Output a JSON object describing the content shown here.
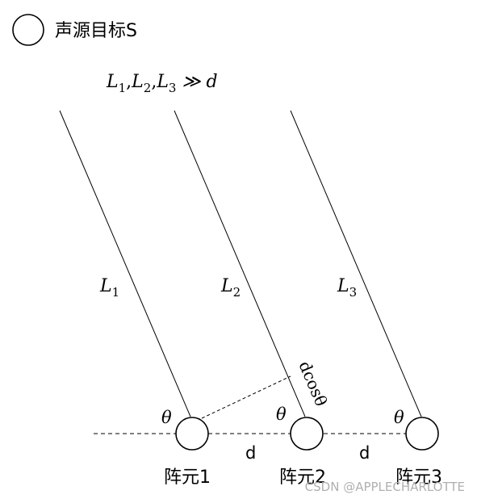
{
  "legend": {
    "label": "声源目标S"
  },
  "condition": {
    "L1": "L",
    "L1_sub": "1",
    "sep1": ",",
    "L2": "L",
    "L2_sub": "2",
    "sep2": ",",
    "L3": "L",
    "L3_sub": "3",
    "relation": " ≫ d"
  },
  "rays": [
    {
      "label": "L",
      "sub": "1"
    },
    {
      "label": "L",
      "sub": "2"
    },
    {
      "label": "L",
      "sub": "3"
    }
  ],
  "angle_labels": [
    "θ",
    "θ",
    "θ"
  ],
  "path_difference": "dcosθ",
  "spacing_labels": [
    "d",
    "d"
  ],
  "elements": [
    {
      "label": "阵元1"
    },
    {
      "label": "阵元2"
    },
    {
      "label": "阵元3"
    }
  ],
  "watermark": "CSDN @APPLECHARLOTTE",
  "colors": {
    "line": "#000000",
    "background": "#ffffff",
    "watermark": "#b0b0b0"
  }
}
